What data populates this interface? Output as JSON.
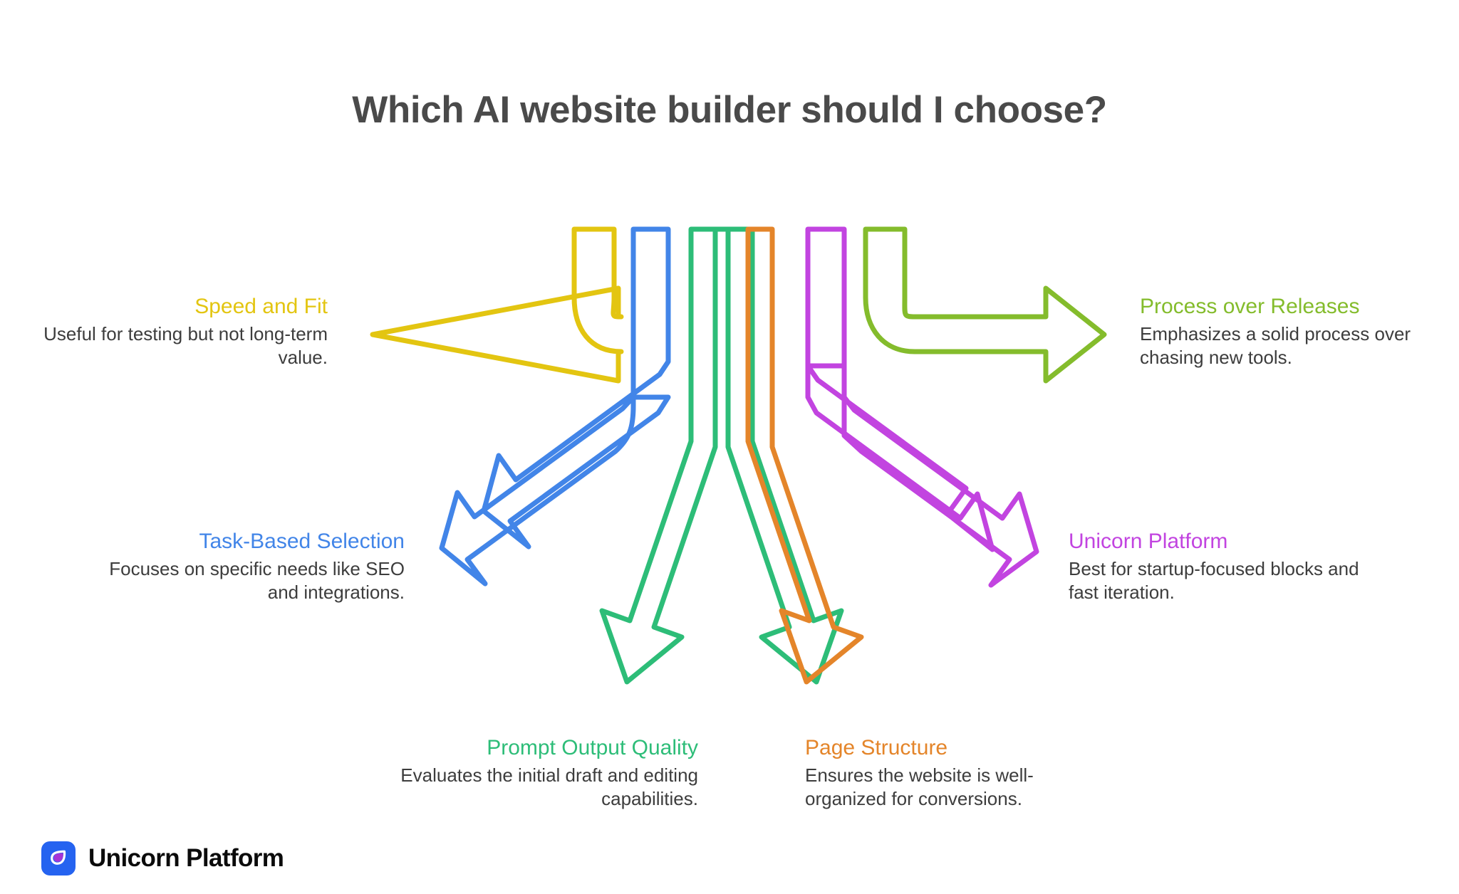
{
  "page": {
    "title": "Which AI website builder should I choose?",
    "background_color": "#ffffff",
    "title_color": "#4a4a4a"
  },
  "brand": {
    "name": "Unicorn Platform",
    "mark_icon": "unicorn-droplet-icon",
    "mark_background": "#2563f0",
    "mark_shape_color": "#ffffff",
    "mark_inner_color": "#a734d6"
  },
  "branches": [
    {
      "id": "speed",
      "title": "Speed and Fit",
      "description": "Useful for testing but not long-term value.",
      "color": "#e3c511",
      "direction": "left",
      "align": "right"
    },
    {
      "id": "task",
      "title": "Task-Based Selection",
      "description": "Focuses on specific needs like SEO and integrations.",
      "color": "#4285e8",
      "direction": "down-left",
      "align": "right"
    },
    {
      "id": "prompt",
      "title": "Prompt Output Quality",
      "description": "Evaluates the initial draft and editing capabilities.",
      "color": "#2dbd78",
      "direction": "down",
      "align": "right"
    },
    {
      "id": "structure",
      "title": "Page Structure",
      "description": "Ensures the website is well-organized for conversions.",
      "color": "#e4852a",
      "direction": "down",
      "align": "left"
    },
    {
      "id": "unicorn",
      "title": "Unicorn Platform",
      "description": "Best for startup-focused blocks and fast iteration.",
      "color": "#c244e0",
      "direction": "down-right",
      "align": "left"
    },
    {
      "id": "process",
      "title": "Process over Releases",
      "description": "Emphasizes a solid process over chasing new tools.",
      "color": "#84bc2c",
      "direction": "right",
      "align": "left"
    }
  ]
}
